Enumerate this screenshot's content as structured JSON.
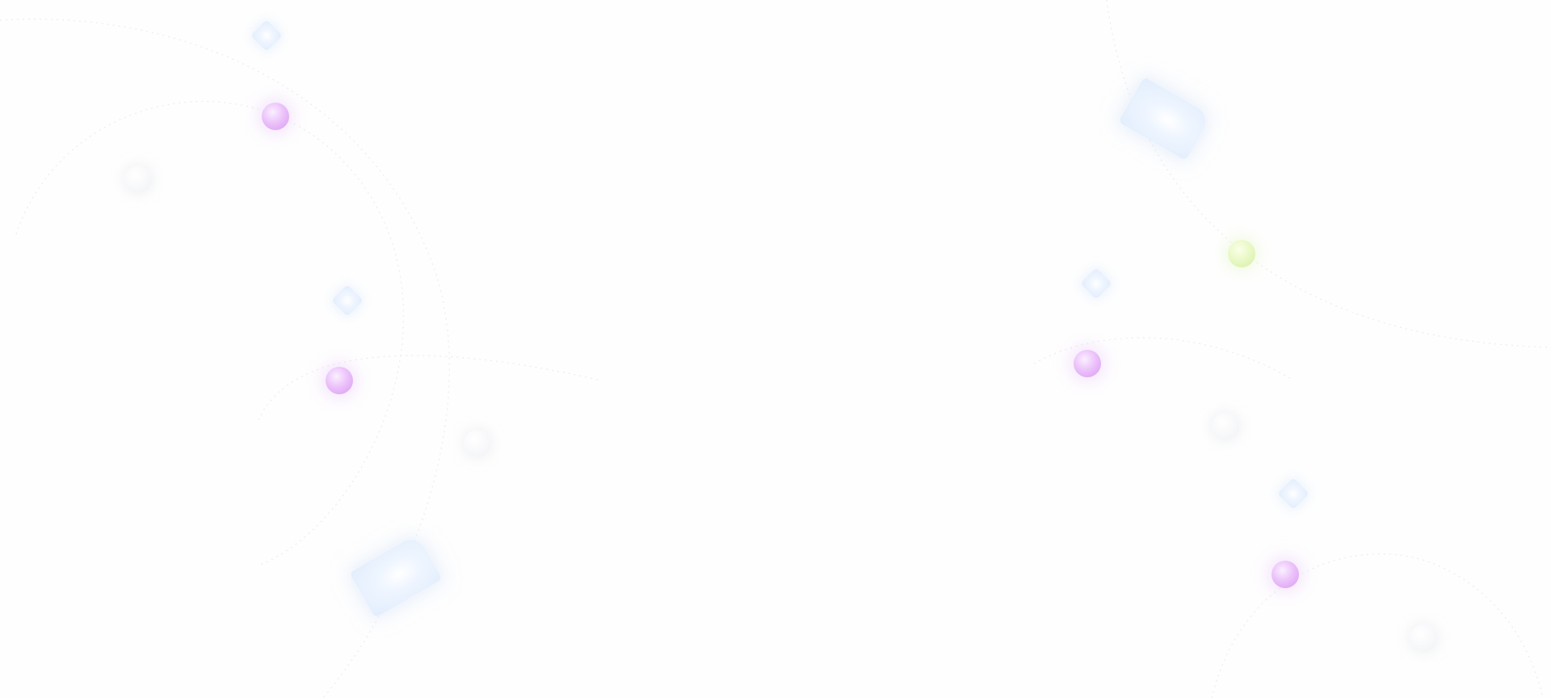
{
  "scene": {
    "background_color": "#fefefe",
    "orbit_color": "#ececec",
    "accent_colors": {
      "purple": "#e7b6f8",
      "lime": "#e4f6bd",
      "ghost": "#f3f4f6",
      "ice_blue": "#e6effc"
    },
    "decorations": [
      "purple-sphere",
      "lime-sphere",
      "ghost-sphere",
      "diamond-crystal",
      "slab-crystal"
    ]
  }
}
